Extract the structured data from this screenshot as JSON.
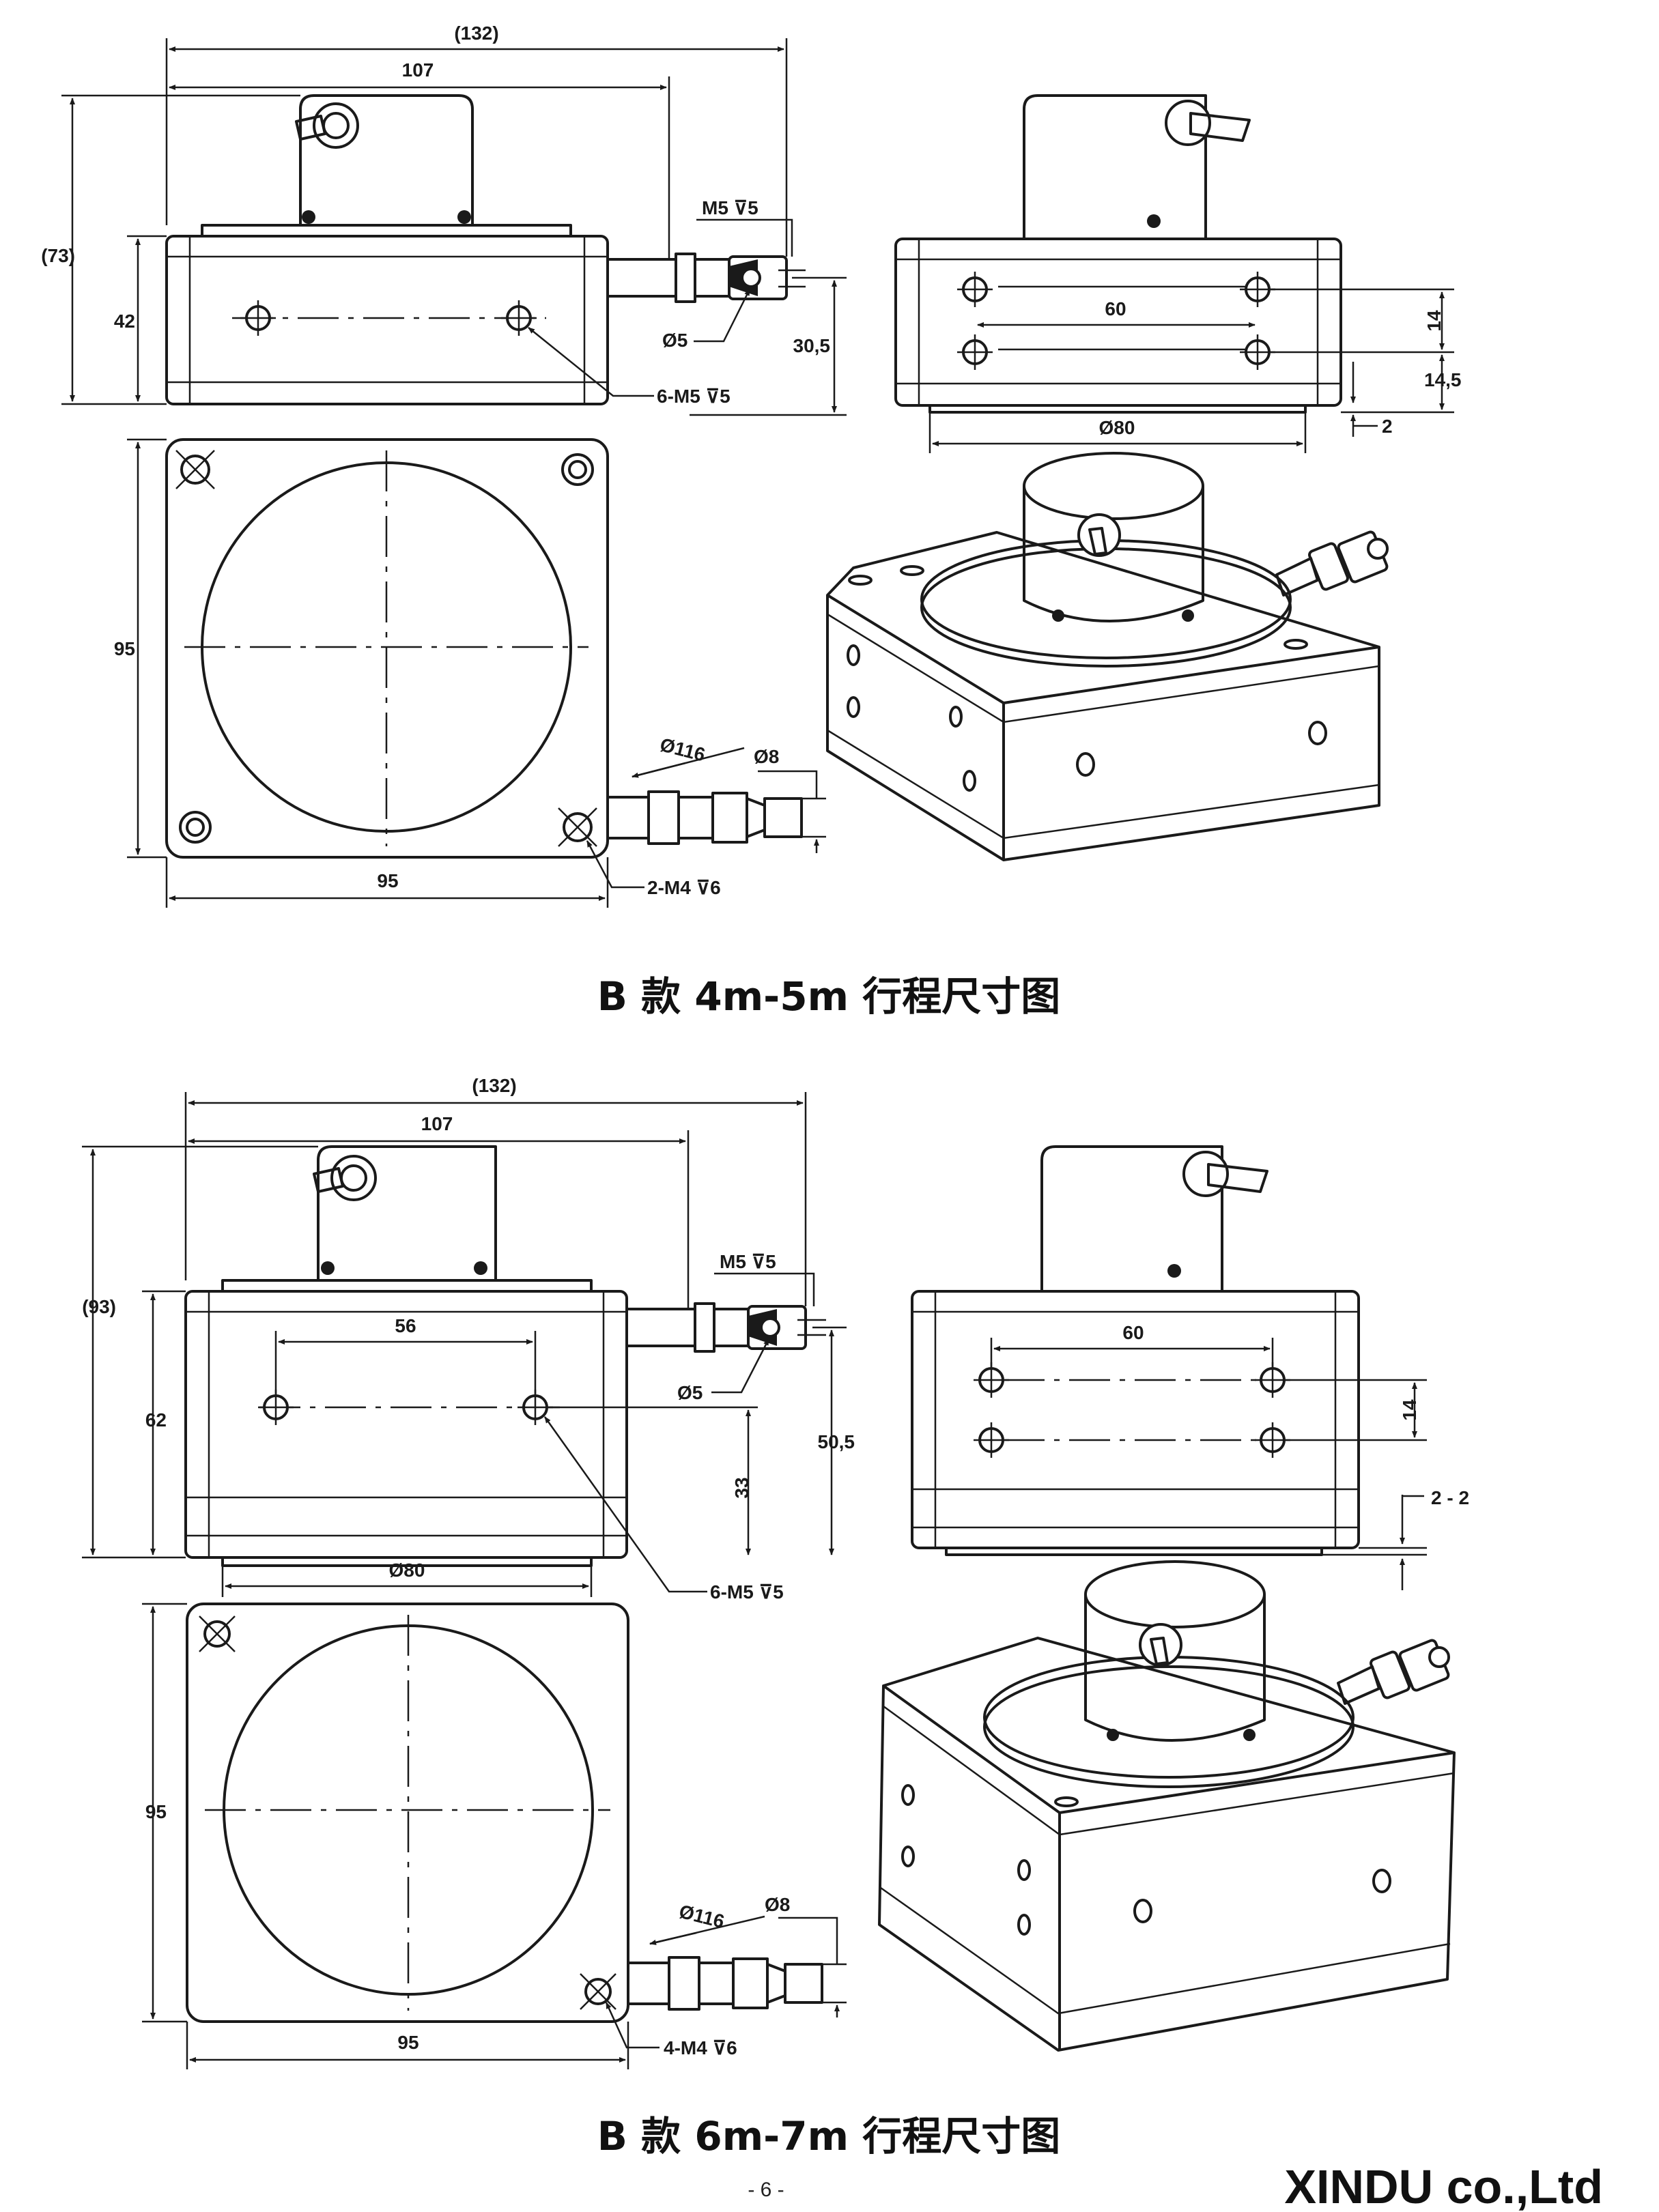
{
  "figures": [
    {
      "caption": "B 款 4m-5m 行程尺寸图",
      "dims": {
        "overall_width": "(132)",
        "body_width": "107",
        "overall_height": "(73)",
        "body_height": "42",
        "m5_thread": "M5 ⊽5",
        "bore": "Ø5",
        "shaft_height": "30,5",
        "side_holes": "6-M5 ⊽5",
        "hole_spacing": "60",
        "row_spacing": "14",
        "bottom_offset": "14,5",
        "flange_dia": "Ø80",
        "recess": "2",
        "face_height": "95",
        "face_width": "95",
        "pitch_dia": "Ø116",
        "pin_dia": "Ø8",
        "corner_holes": "2-M4 ⊽6"
      }
    },
    {
      "caption": "B 款 6m-7m 行程尺寸图",
      "dims": {
        "overall_width": "(132)",
        "body_width": "107",
        "overall_height": "(93)",
        "body_height": "62",
        "m5_thread": "M5 ⊽5",
        "bore": "Ø5",
        "shaft_height": "50,5",
        "hole_spacing_front": "56",
        "hole_height": "33",
        "flange_dia": "Ø80",
        "side_holes": "6-M5 ⊽5",
        "hole_spacing": "60",
        "row_spacing": "14",
        "recess": "2 - 2",
        "face_height": "95",
        "face_width": "95",
        "pitch_dia": "Ø116",
        "pin_dia": "Ø8",
        "corner_holes": "4-M4 ⊽6"
      }
    }
  ],
  "footer": {
    "page_number": "- 6 -",
    "company": "XINDU co.,Ltd"
  }
}
